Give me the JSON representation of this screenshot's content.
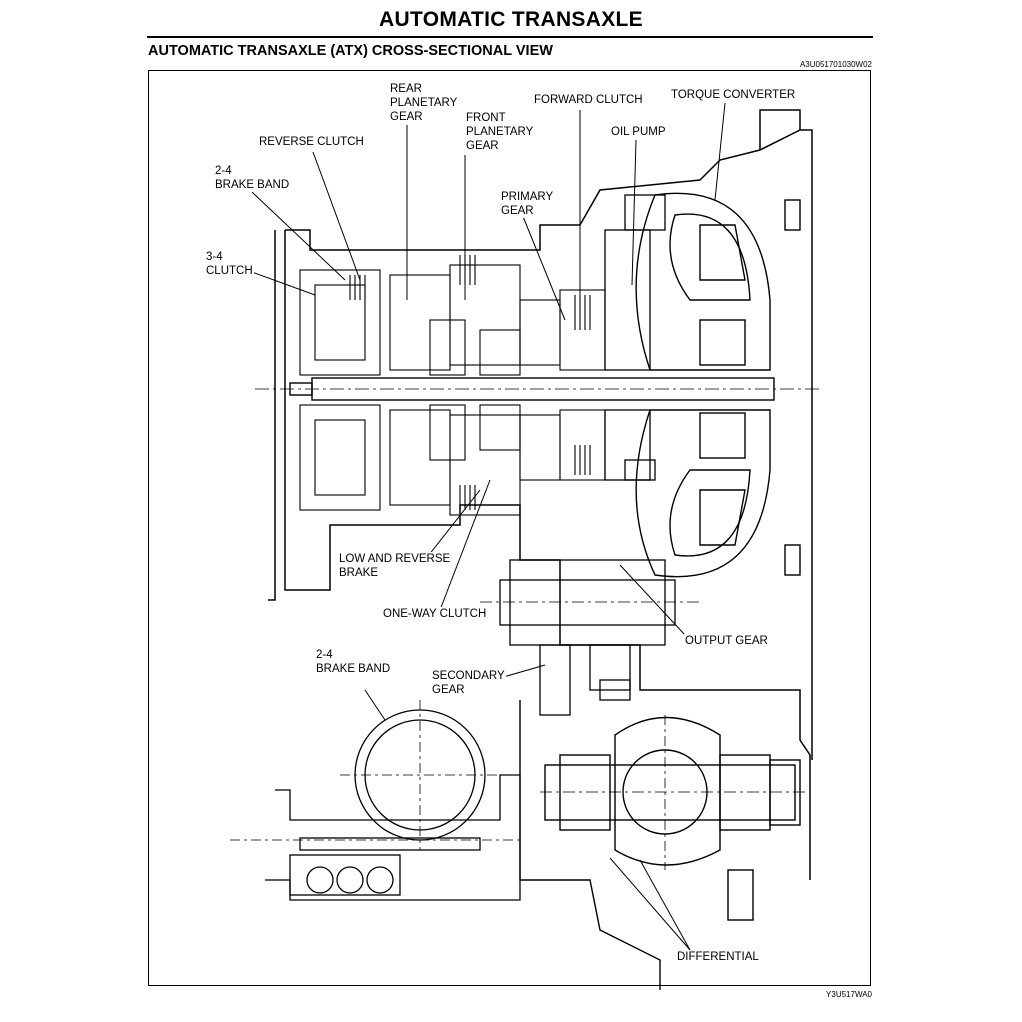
{
  "header": {
    "page_title": "AUTOMATIC TRANSAXLE",
    "section_title": "AUTOMATIC TRANSAXLE (ATX) CROSS-SECTIONAL VIEW",
    "doc_code": "A3U051701030W02"
  },
  "figure": {
    "figure_code": "Y3U517WA0",
    "labels": {
      "rear_planetary_gear": "REAR\nPLANETARY\nGEAR",
      "forward_clutch": "FORWARD CLUTCH",
      "torque_converter": "TORQUE CONVERTER",
      "front_planetary_gear": "FRONT\nPLANETARY\nGEAR",
      "oil_pump": "OIL PUMP",
      "reverse_clutch": "REVERSE CLUTCH",
      "brake_band_2_4": "2-4\nBRAKE BAND",
      "primary_gear": "PRIMARY\nGEAR",
      "clutch_3_4": "3-4\nCLUTCH",
      "low_and_reverse_brake": "LOW AND REVERSE\nBRAKE",
      "one_way_clutch": "ONE-WAY CLUTCH",
      "output_gear": "OUTPUT GEAR",
      "brake_band_2_4_lower": "2-4\nBRAKE BAND",
      "secondary_gear": "SECONDARY\nGEAR",
      "differential": "DIFFERENTIAL"
    }
  }
}
